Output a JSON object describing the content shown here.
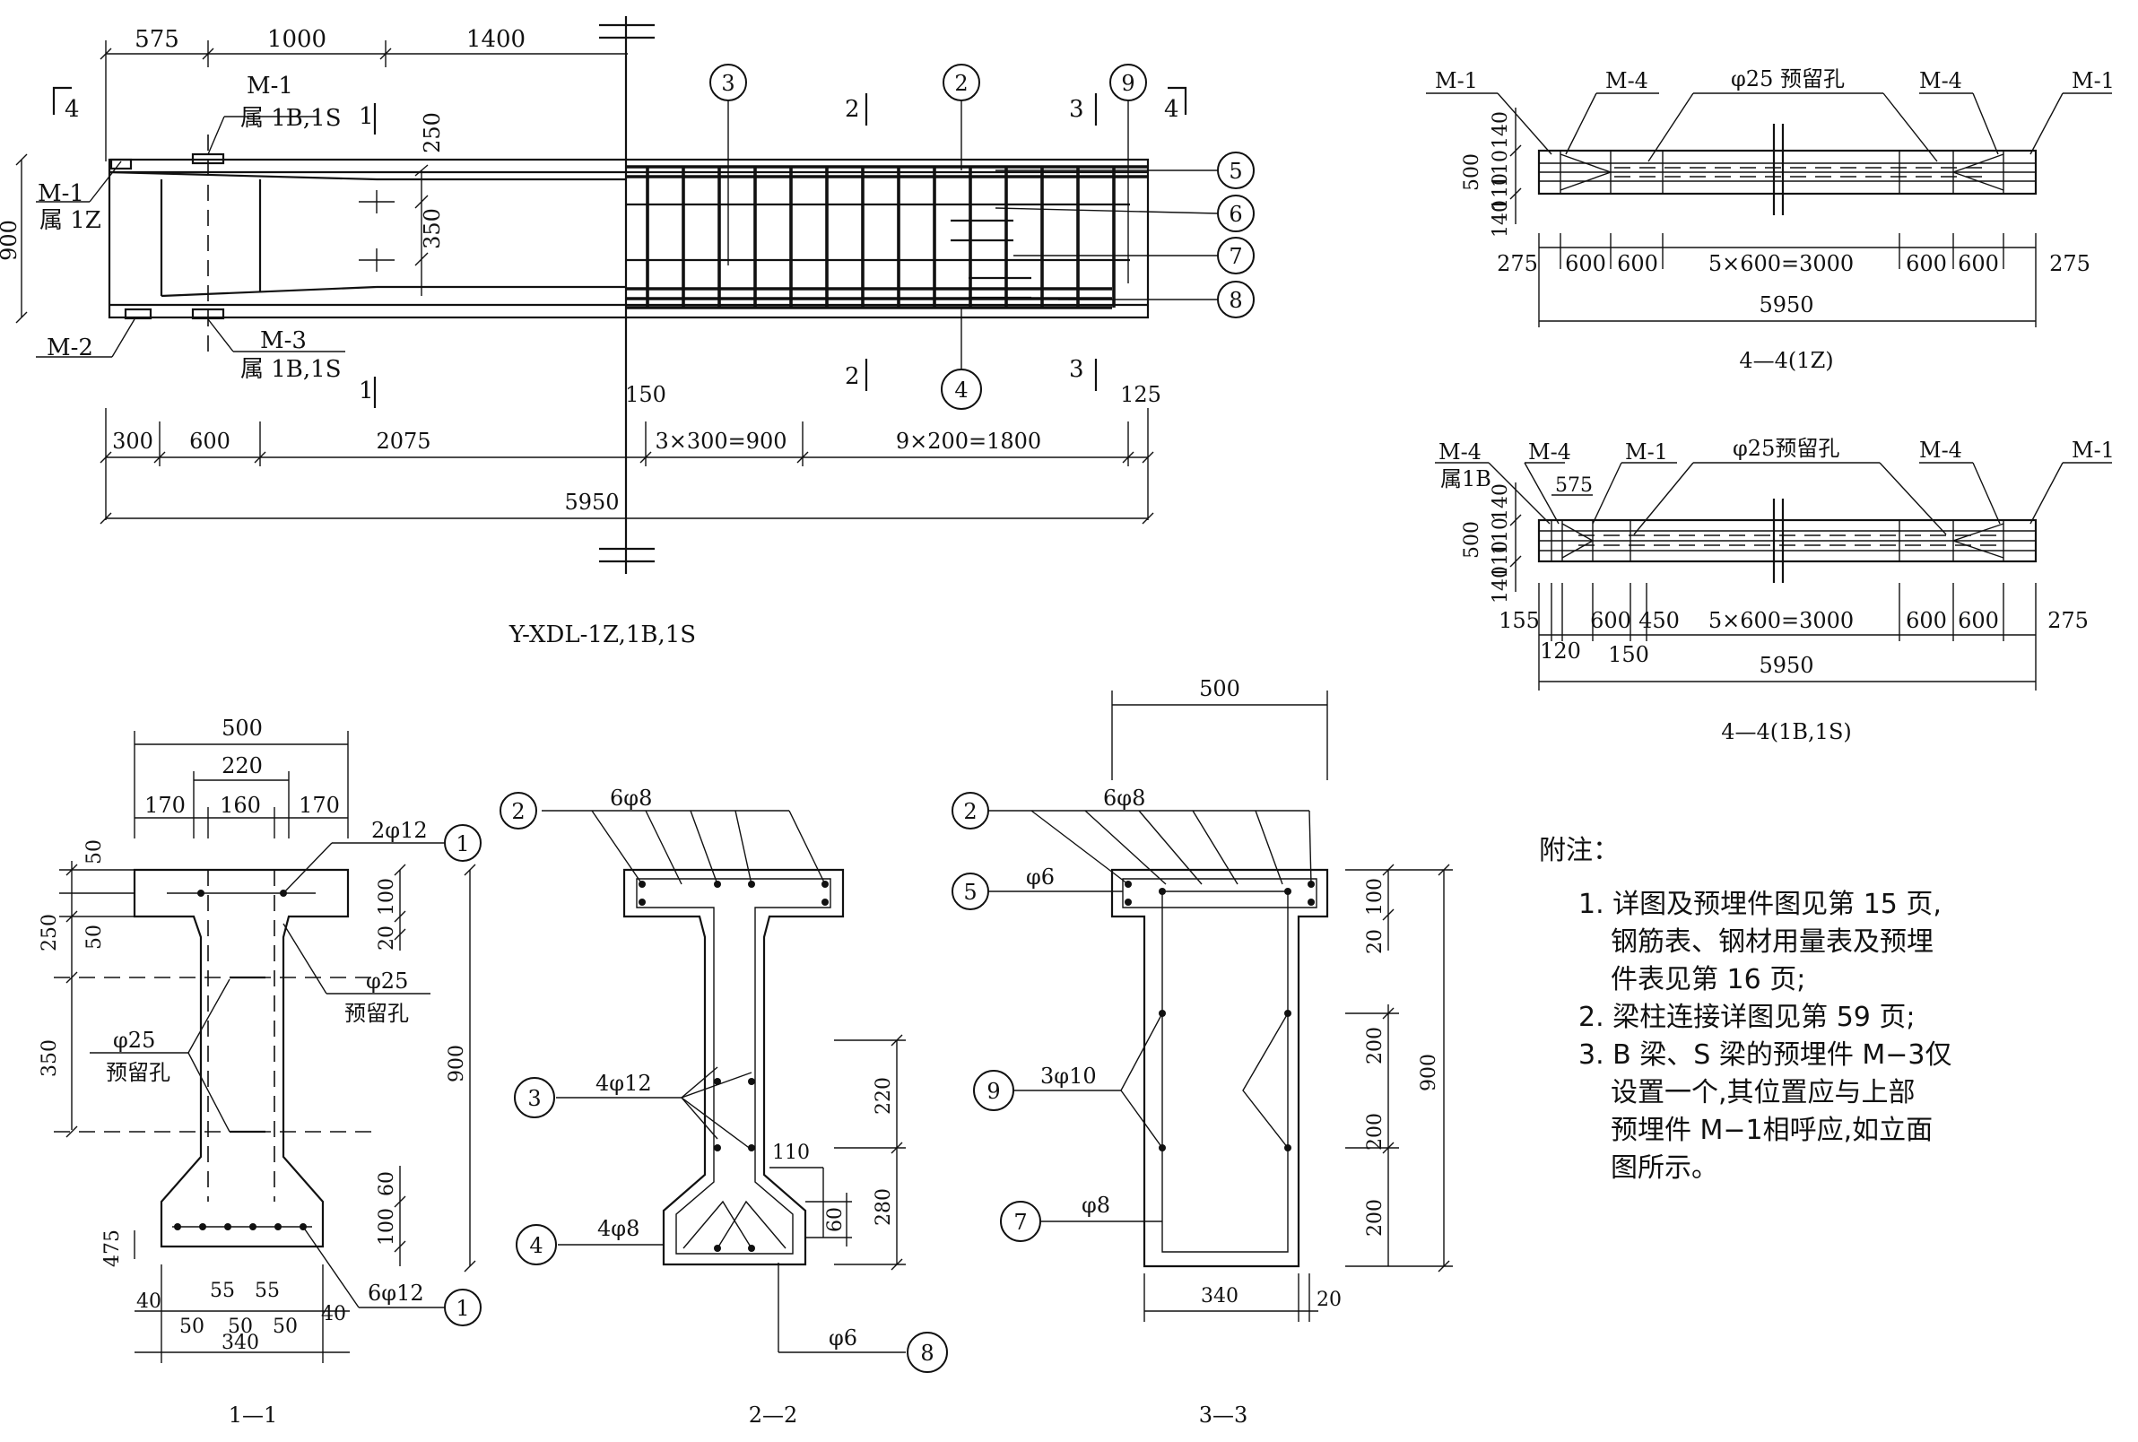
{
  "elevation": {
    "title": "Y-XDL-1Z,1B,1S",
    "top_dims": [
      "575",
      "1000",
      "1400"
    ],
    "dim_250": "250",
    "dim_350": "350",
    "dim_900": "900",
    "plate_m1_top": "M-1",
    "plate_m1_top_sub": "属 1B,1S",
    "plate_m1_side": "M-1",
    "plate_m1_side_sub": "属 1Z",
    "plate_m2": "M-2",
    "plate_m3": "M-3",
    "plate_m3_sub": "属 1B,1S",
    "sections": {
      "s1": "1",
      "s2": "2",
      "s3": "3",
      "s4": "4"
    },
    "bottom_dims": [
      "300",
      "600",
      "2075",
      "150",
      "3×300=900",
      "9×200=1800",
      "125"
    ],
    "total": "5950",
    "bubbles": [
      "3",
      "2",
      "9",
      "5",
      "6",
      "7",
      "8",
      "4"
    ]
  },
  "section_44_1z": {
    "title": "4—4(1Z)",
    "labels": [
      "M-1",
      "M-4",
      "φ25 预留孔",
      "M-4",
      "M-1"
    ],
    "vert_dims": [
      "140",
      "500",
      "110",
      "110",
      "140"
    ],
    "dims": [
      "275",
      "600",
      "600",
      "5×600=3000",
      "600",
      "600",
      "275"
    ],
    "total": "5950"
  },
  "section_44_1b": {
    "title": "4—4(1B,1S)",
    "labels": [
      "M-4",
      "属1B",
      "M-4",
      "M-1",
      "φ25预留孔",
      "M-4",
      "M-1"
    ],
    "dim_575": "575",
    "vert_dims": [
      "140",
      "500",
      "110",
      "110",
      "140"
    ],
    "dims": [
      "155",
      "600",
      "450",
      "5×600=3000",
      "600",
      "600",
      "275"
    ],
    "dims_lower": [
      "120",
      "150"
    ],
    "total": "5950"
  },
  "sec11": {
    "title": "1—1",
    "top_dims": [
      "500",
      "220",
      "170",
      "160",
      "170"
    ],
    "rebar_top": "2φ12",
    "left_dims": [
      "50",
      "50",
      "250",
      "350",
      "475"
    ],
    "right_dims": [
      "100",
      "20",
      "900",
      "60",
      "100"
    ],
    "hole_right": "φ25",
    "hole_right_sub": "预留孔",
    "hole_left": "φ25",
    "hole_left_sub": "预留孔",
    "rebar_bot": "6φ12",
    "bottom_dims": [
      "40",
      "55",
      "55",
      "40",
      "50",
      "50",
      "50",
      "340"
    ],
    "bubbles": [
      "1",
      "1"
    ]
  },
  "sec22": {
    "title": "2—2",
    "rebar_top": "6φ8",
    "rebar_web": "4φ12",
    "rebar_bot": "4φ8",
    "stirrup": "φ6",
    "dims": [
      "220",
      "110",
      "280",
      "60"
    ],
    "bubbles": [
      "2",
      "3",
      "4",
      "8"
    ]
  },
  "sec33": {
    "title": "3—3",
    "top_dim": "500",
    "rebar_top": "6φ8",
    "rebar_5": "φ6",
    "rebar_9": "3φ10",
    "rebar_7": "φ8",
    "right_dims": [
      "100",
      "20",
      "200",
      "200",
      "200",
      "900"
    ],
    "bottom_dims": [
      "340",
      "20"
    ],
    "bubbles": [
      "2",
      "5",
      "9",
      "7"
    ]
  },
  "notes": {
    "heading": "附注：",
    "lines": [
      "1. 详图及预埋件图见第 15 页,",
      "钢筋表、钢材用量表及预埋",
      "件表见第 16 页;",
      "2. 梁柱连接详图见第 59 页;",
      "3. B 梁、S 梁的预埋件 M−3仅",
      "设置一个,其位置应与上部",
      "预埋件 M−1相呼应,如立面",
      "图所示。"
    ]
  }
}
